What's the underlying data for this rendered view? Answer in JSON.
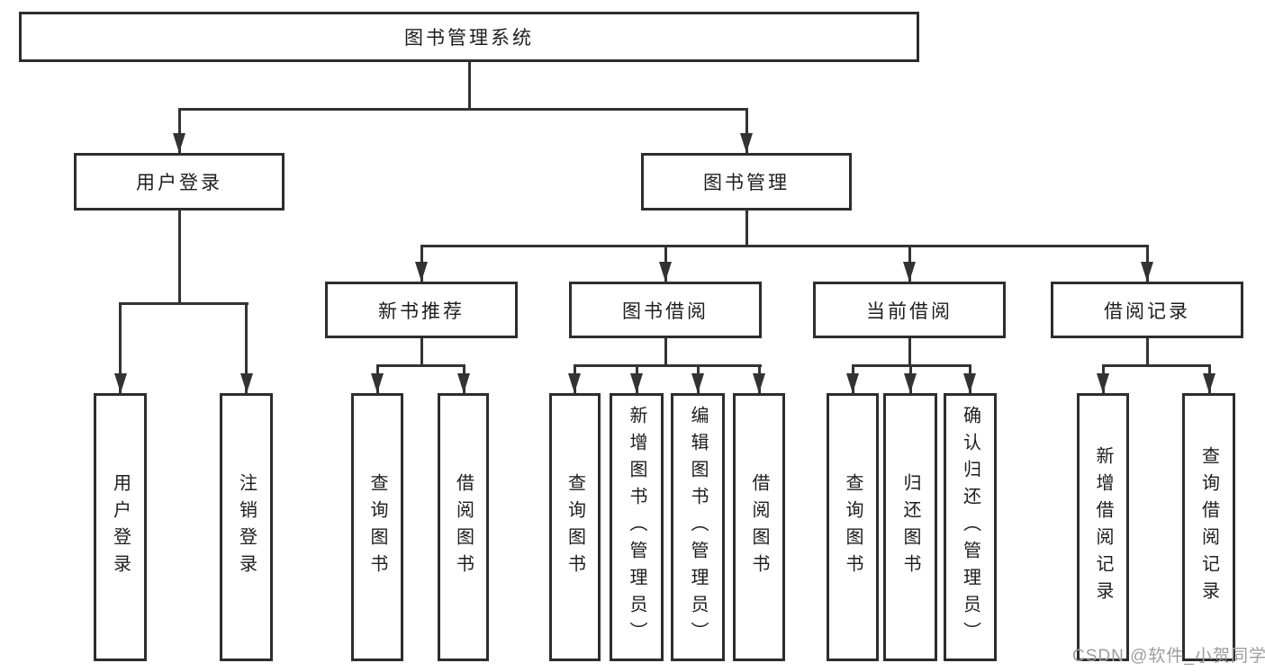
{
  "nodes": {
    "root": "图书管理系统",
    "level2": {
      "user_login": "用户登录",
      "book_mgmt": "图书管理"
    },
    "level3": {
      "new_book_rec": "新书推荐",
      "book_borrow": "图书借阅",
      "current_borrow": "当前借阅",
      "borrow_record": "借阅记录"
    },
    "leaves": {
      "ul_user_login": "用户登录",
      "ul_logout": "注销登录",
      "nr_query_book": "查询图书",
      "nr_borrow_book": "借阅图书",
      "bb_query_book": "查询图书",
      "bb_add_book": "新增图书（管理员）",
      "bb_edit_book": "编辑图书（管理员）",
      "bb_borrow_book": "借阅图书",
      "cb_query_book": "查询图书",
      "cb_return_book": "归还图书",
      "cb_confirm_return": "确认归还（管理员）",
      "br_add_record": "新增借阅记录",
      "br_query_record": "查询借阅记录"
    }
  },
  "watermark": "CSDN @软件_小贺同学",
  "colors": {
    "line": "#333333",
    "border": "#2d2d2d",
    "text": "#1d1d1d",
    "watermark": "#9c9c9c",
    "background": "#ffffff"
  }
}
